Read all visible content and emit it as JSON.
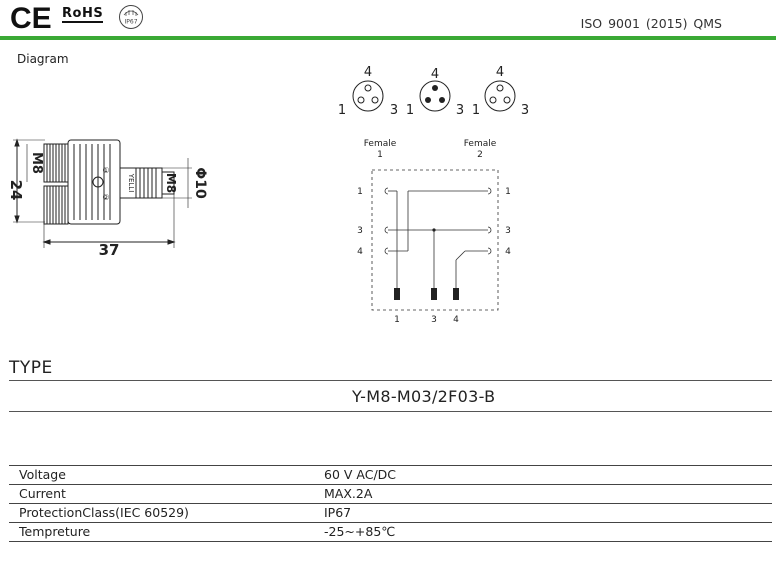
{
  "header": {
    "ce_mark": "CE",
    "rohs_label": "RoHS",
    "ip_badge": "IP67",
    "iso_text": "ISO 9001 (2015) QMS",
    "accent_color": "#3aa935"
  },
  "diagram": {
    "label": "Diagram",
    "dimension_m8_left": "M8",
    "dimension_height": "24",
    "dimension_width": "37",
    "dimension_m8_right": "M8",
    "dimension_diameter": "Φ10",
    "connector_brand": "YELLI",
    "port_marker_1": "①",
    "port_marker_2": "②",
    "pin_layouts": [
      {
        "top": "4",
        "left": "1",
        "right": "3"
      },
      {
        "top": "4",
        "left": "1",
        "right": "3"
      },
      {
        "top": "4",
        "left": "1",
        "right": "3"
      }
    ],
    "wiring": {
      "female_1_label": "Female",
      "female_1_num": "1",
      "female_2_label": "Female",
      "female_2_num": "2",
      "left_pins": [
        "1",
        "3",
        "4"
      ],
      "right_pins": [
        "1",
        "3",
        "4"
      ],
      "bottom_pins": [
        "1",
        "3",
        "4"
      ]
    }
  },
  "type_section": {
    "heading": "TYPE",
    "model_code": "Y-M8-M03/2F03-B"
  },
  "specs": [
    {
      "key": "Voltage",
      "value": "60 V AC/DC"
    },
    {
      "key": "Current",
      "value": "MAX.2A"
    },
    {
      "key": "ProtectionClass(IEC 60529)",
      "value": " IP67"
    },
    {
      "key": "Tempreture",
      "value": "-25~+85℃"
    }
  ]
}
